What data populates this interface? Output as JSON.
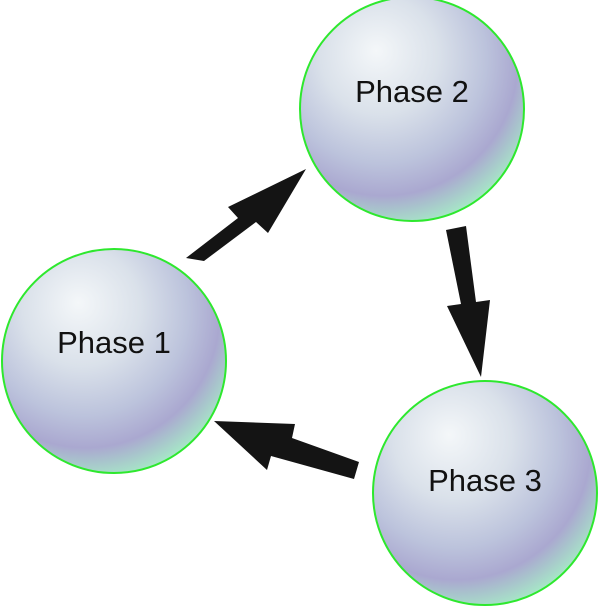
{
  "diagram": {
    "nodes": [
      {
        "id": "phase-1",
        "label": "Phase 1"
      },
      {
        "id": "phase-2",
        "label": "Phase 2"
      },
      {
        "id": "phase-3",
        "label": "Phase 3"
      }
    ],
    "edges": [
      {
        "from": "phase-1",
        "to": "phase-2"
      },
      {
        "from": "phase-2",
        "to": "phase-3"
      },
      {
        "from": "phase-3",
        "to": "phase-1"
      }
    ],
    "colors": {
      "sphere_outline": "#2ee82e",
      "sphere_highlight": "#f4f7f9",
      "sphere_mid": "#c9d4e2",
      "sphere_lilac": "#aaa8d0",
      "sphere_mint": "#a6efc6",
      "arrow": "#141414",
      "label": "#111111"
    }
  }
}
